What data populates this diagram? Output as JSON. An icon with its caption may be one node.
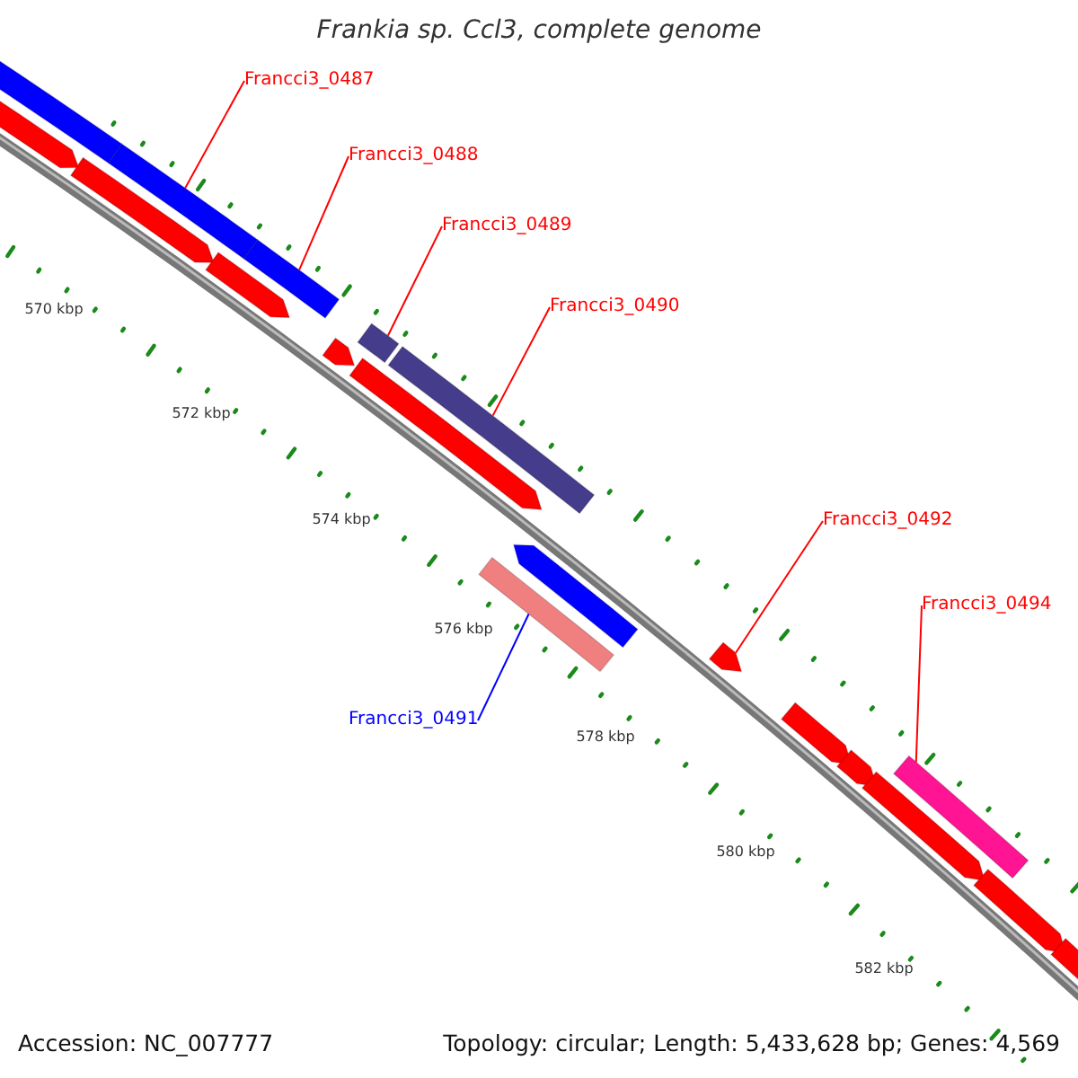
{
  "diagram": {
    "title": "Frankia sp. Ccl3, complete genome",
    "nodes": [
      {
        "text": [
          "Francci3_0487"
        ]
      },
      {
        "text": [],
        "shape": "bar"
      },
      {
        "text": [
          "Francci3_0488"
        ]
      },
      {
        "text": [],
        "shape": "bar"
      },
      {
        "text": [
          "Francci3_0489"
        ]
      },
      {
        "text": [],
        "shape": "bar"
      },
      {
        "text": [
          "Francci3_0490"
        ]
      },
      {
        "text": [],
        "shape": "bar"
      },
      {
        "text": [
          "Francci3_0491"
        ]
      },
      {
        "text": [],
        "shape": "bar"
      },
      {
        "text": [
          "Francci3_0492"
        ]
      },
      {
        "text": [],
        "shape": "arrow"
      },
      {
        "text": [
          "Francci3_0494"
        ]
      },
      {
        "text": [],
        "shape": "bar"
      },
      {
        "text": [],
        "shape": "bar"
      },
      {
        "text": [],
        "shape": "arrow"
      },
      {
        "text": [],
        "shape": "arrow"
      },
      {
        "text": [],
        "shape": "arrow"
      },
      {
        "text": [],
        "shape": "arrow"
      },
      {
        "text": [],
        "shape": "arrow"
      },
      {
        "text": [],
        "shape": "arrow"
      },
      {
        "text": [],
        "shape": "arrow"
      },
      {
        "text": [],
        "shape": "arrow"
      },
      {
        "text": [],
        "shape": "arrow"
      },
      {
        "text": [],
        "shape": "arrow"
      },
      {
        "text": [],
        "shape": "arrow"
      }
    ],
    "edges": [
      {
        "from": 0,
        "to": 1,
        "arrow": "none"
      },
      {
        "from": 2,
        "to": 3,
        "arrow": "none"
      },
      {
        "from": 4,
        "to": 5,
        "arrow": "none"
      },
      {
        "from": 6,
        "to": 7,
        "arrow": "none"
      },
      {
        "from": 8,
        "to": 9,
        "arrow": "none",
        "color": "#0000ff"
      },
      {
        "from": 10,
        "to": 11,
        "arrow": "none"
      },
      {
        "from": 12,
        "to": 13,
        "arrow": "none"
      }
    ],
    "labels": [
      "570 kbp",
      "572 kbp",
      "574 kbp",
      "576 kbp",
      "578 kbp",
      "580 kbp",
      "582 kbp",
      "Accession: NC_007777",
      "Topology: circular; Length: 5,433,628 bp; Genes: 4,569"
    ]
  }
}
